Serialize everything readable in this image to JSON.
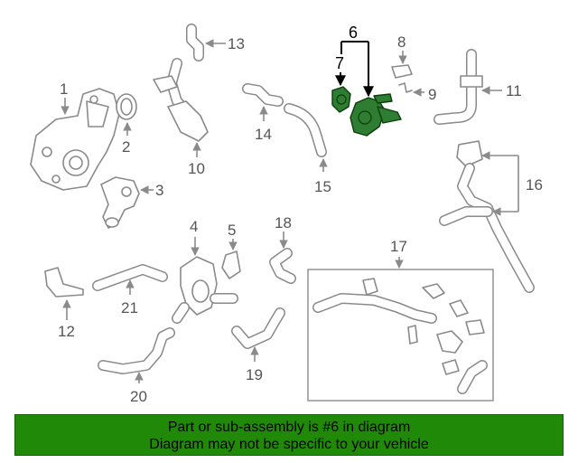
{
  "diagram": {
    "callouts": [
      "1",
      "2",
      "3",
      "4",
      "5",
      "6",
      "7",
      "8",
      "9",
      "10",
      "11",
      "12",
      "13",
      "14",
      "15",
      "16",
      "17",
      "18",
      "19",
      "20",
      "21"
    ],
    "highlighted_callout": "6",
    "highlight_color": "#2e7d32",
    "banner_color": "#208a08"
  },
  "banner": {
    "line1": "Part or sub-assembly is #6 in diagram",
    "line2": "Diagram may not be specific to your vehicle"
  }
}
